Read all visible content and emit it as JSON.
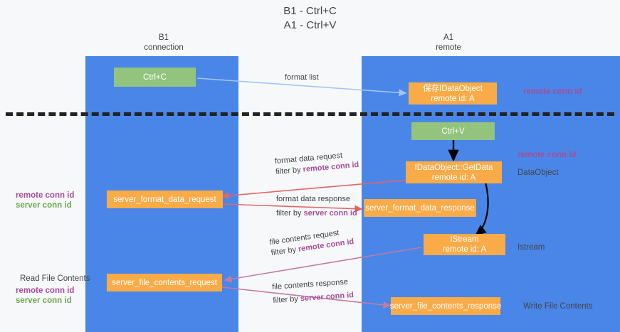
{
  "title": "B1 - Ctrl+C\nA1 - Ctrl+V",
  "columns": {
    "b1": {
      "label": "B1\nconnection"
    },
    "a1": {
      "label": "A1\nremote"
    }
  },
  "boxes": {
    "ctrl_c": "Ctrl+C",
    "ctrl_v": "Ctrl+V",
    "set_dataobject": "保存IDataObject\nremote id: A",
    "get_data": "IDataObject::GetData\nremote id: A",
    "server_format_data_request": "server_format_data_request",
    "server_format_data_response": "server_format_data_response",
    "istream": "IStream\nremote id: A",
    "server_file_contents_request": "server_file_contents_request",
    "server_file_contents_response": "server_file_contents_response"
  },
  "edges": {
    "format_list": "format list",
    "format_data_request": "format data request",
    "format_data_request_filter_prefix": "filter by ",
    "format_data_request_filter_key": "remote conn id",
    "format_data_response": "format data response",
    "format_data_response_filter_prefix": "filter by ",
    "format_data_response_filter_key": "server conn id",
    "file_contents_request": "file contents request",
    "file_contents_request_filter_prefix": "filter by ",
    "file_contents_request_filter_key": "remote conn id",
    "file_contents_response": "file contents response",
    "file_contents_response_filter_prefix": "filter by ",
    "file_contents_response_filter_key": "server conn id"
  },
  "annotations": {
    "right_remote_conn_id_top": "remote conn id",
    "right_remote_conn_id_mid": "remote conn id",
    "right_dataobject": "DataObject",
    "right_istream": "Istream",
    "right_write_file_contents": "Write File Contents",
    "left_remote_conn_id_mid": "remote conn id",
    "left_server_conn_id_mid": "server conn id",
    "left_read_file_contents": "Read File Contents",
    "left_remote_conn_id_bottom": "remote conn id",
    "left_server_conn_id_bottom": "server conn id"
  },
  "colors": {
    "lane": "#4a86e8",
    "green_box": "#93c47d",
    "orange_box": "#f9ab48",
    "remote_conn": "#a64d9a",
    "server_conn": "#6aa84f",
    "divider": "#222222",
    "arrow_blue": "#9fc5f8",
    "arrow_red": "#e06666",
    "arrow_purple": "#c27ba0",
    "arrow_black": "#000000"
  }
}
